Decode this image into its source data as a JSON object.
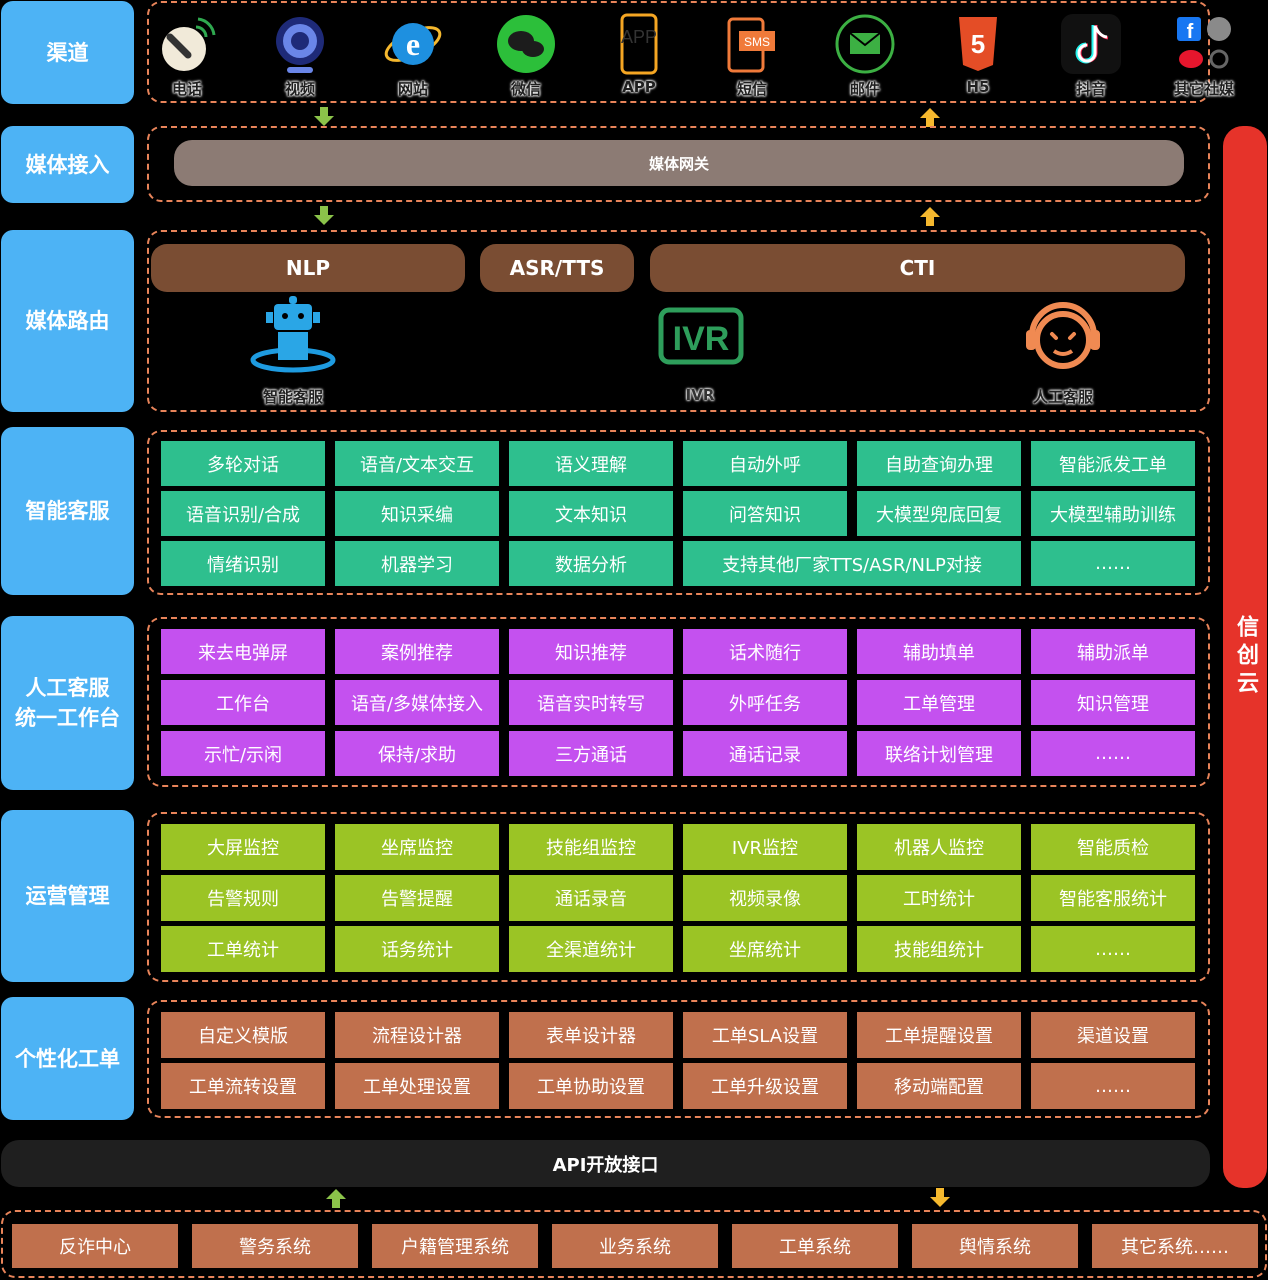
{
  "layers": {
    "channel": "渠道",
    "media_access": "媒体接入",
    "media_routing": "媒体路由",
    "smart_cs": "智能客服",
    "agent_ws": "人工客服\n统一工作台",
    "ops": "运营管理",
    "ticket": "个性化工单"
  },
  "channels": [
    {
      "label": "电话",
      "icon": "phone-icon"
    },
    {
      "label": "视频",
      "icon": "video-camera-icon"
    },
    {
      "label": "网站",
      "icon": "browser-icon"
    },
    {
      "label": "微信",
      "icon": "wechat-icon"
    },
    {
      "label": "APP",
      "icon": "app-icon"
    },
    {
      "label": "短信",
      "icon": "sms-icon"
    },
    {
      "label": "邮件",
      "icon": "mail-icon"
    },
    {
      "label": "H5",
      "icon": "html5-icon"
    },
    {
      "label": "抖音",
      "icon": "douyin-icon"
    },
    {
      "label": "其它社媒",
      "icon": "social-media-icon"
    }
  ],
  "gateway": "媒体网关",
  "routing": {
    "nlp": "NLP",
    "asr_tts": "ASR/TTS",
    "cti": "CTI",
    "robot_label": "智能客服",
    "ivr_icon_text": "IVR",
    "ivr_label": "IVR",
    "agent_label": "人工客服"
  },
  "smart_cs_items": [
    [
      "多轮对话",
      "语音/文本交互",
      "语义理解",
      "自动外呼",
      "自助查询办理",
      "智能派发工单"
    ],
    [
      "语音识别/合成",
      "知识采编",
      "文本知识",
      "问答知识",
      "大模型兜底回复",
      "大模型辅助训练"
    ],
    [
      "情绪识别",
      "机器学习",
      "数据分析",
      "支持其他厂家TTS/ASR/NLP对接",
      "……"
    ]
  ],
  "agent_items": [
    [
      "来去电弹屏",
      "案例推荐",
      "知识推荐",
      "话术随行",
      "辅助填单",
      "辅助派单"
    ],
    [
      "工作台",
      "语音/多媒体接入",
      "语音实时转写",
      "外呼任务",
      "工单管理",
      "知识管理"
    ],
    [
      "示忙/示闲",
      "保持/求助",
      "三方通话",
      "通话记录",
      "联络计划管理",
      "……"
    ]
  ],
  "ops_items": [
    [
      "大屏监控",
      "坐席监控",
      "技能组监控",
      "IVR监控",
      "机器人监控",
      "智能质检"
    ],
    [
      "告警规则",
      "告警提醒",
      "通话录音",
      "视频录像",
      "工时统计",
      "智能客服统计"
    ],
    [
      "工单统计",
      "话务统计",
      "全渠道统计",
      "坐席统计",
      "技能组统计",
      "……"
    ]
  ],
  "ticket_items": [
    [
      "自定义模版",
      "流程设计器",
      "表单设计器",
      "工单SLA设置",
      "工单提醒设置",
      "渠道设置"
    ],
    [
      "工单流转设置",
      "工单处理设置",
      "工单协助设置",
      "工单升级设置",
      "移动端配置",
      "……"
    ]
  ],
  "api": "API开放接口",
  "systems": [
    "反诈中心",
    "警务系统",
    "户籍管理系统",
    "业务系统",
    "工单系统",
    "舆情系统",
    "其它系统……"
  ],
  "cloud": "信创云",
  "colors": {
    "label_blue": "#4db3f5",
    "teal": "#2ebf8e",
    "purple": "#c451ef",
    "green": "#9bc425",
    "brown_cell": "#c0704d",
    "route_bar": "#7a4d33",
    "gateway": "#8c7b74",
    "dashed": "#e8845a",
    "cloud_red": "#e6332a",
    "arrow_green": "#8bc34a",
    "arrow_yellow": "#f5b82e"
  }
}
